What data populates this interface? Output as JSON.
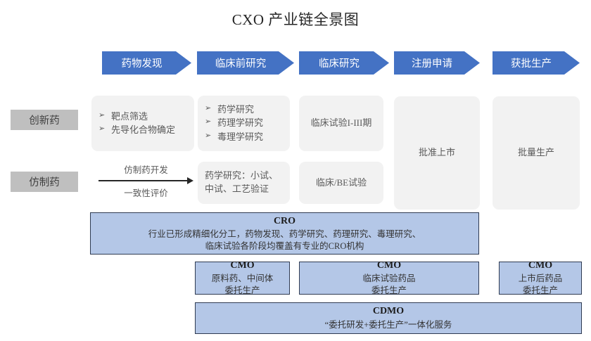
{
  "title": "CXO 产业链全景图",
  "colors": {
    "arrow_blue": "#4472C4",
    "service_blue": "#B4C7E7",
    "row_label_gray": "#BFBFBF",
    "card_gray": "#F2F2F2"
  },
  "stages": [
    {
      "label": "药物发现"
    },
    {
      "label": "临床前研究"
    },
    {
      "label": "临床研究"
    },
    {
      "label": "注册申请"
    },
    {
      "label": "获批生产"
    }
  ],
  "row_labels": [
    {
      "label": "创新药"
    },
    {
      "label": "仿制药"
    }
  ],
  "innovative_row": {
    "discovery": {
      "bullets": [
        "靶点筛选",
        "先导化合物确定"
      ]
    },
    "preclinical": {
      "bullets": [
        "药学研究",
        "药理学研究",
        "毒理学研究"
      ]
    },
    "clinical": {
      "text": "临床试验I-III期"
    }
  },
  "generic_row": {
    "development_arrow": {
      "label_top": "仿制药开发",
      "label_bottom": "一致性评价"
    },
    "preclinical": {
      "text": "药学研究：小试、中试、工艺验证"
    },
    "clinical": {
      "text": "临床/BE试验"
    }
  },
  "spanning": {
    "approval": {
      "text": "批准上市"
    },
    "production": {
      "text": "批量生产"
    }
  },
  "services": {
    "cro": {
      "header": "CRO",
      "body": "行业已形成精细化分工，药物发现、药学研究、药理研究、毒理研究、\n临床试验各阶段均覆盖有专业的CRO机构"
    },
    "cmo": [
      {
        "header": "CMO",
        "body": "原料药、中间体\n委托生产"
      },
      {
        "header": "CMO",
        "body": "临床试验药品\n委托生产"
      },
      {
        "header": "CMO",
        "body": "上市后药品\n委托生产"
      }
    ],
    "cdmo": {
      "header": "CDMO",
      "body": "“委托研发+委托生产”一体化服务"
    }
  },
  "icons": {
    "bullet": "➢",
    "arrow_head": "arrow-right-icon"
  }
}
